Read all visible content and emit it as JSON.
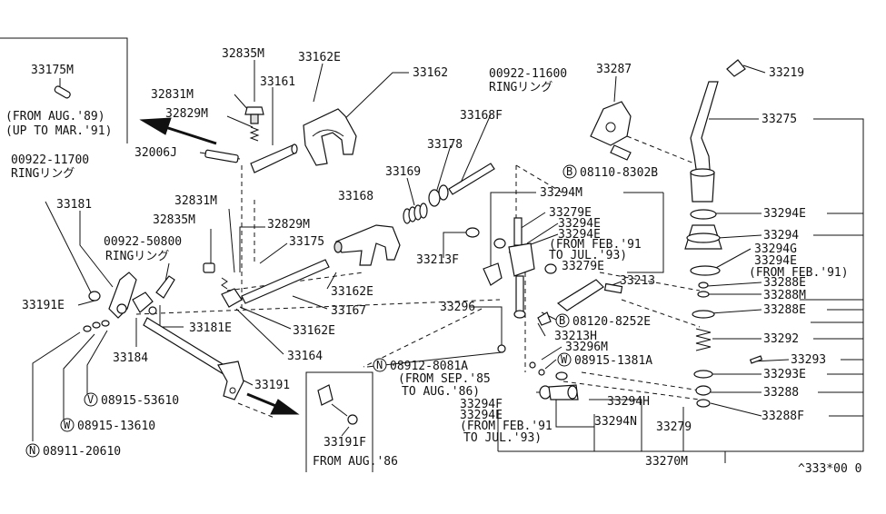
{
  "labels": {
    "p33175M": "33175M",
    "from_aug89": "(FROM AUG.'89)",
    "upto_mar91": "(UP TO MAR.'91)",
    "p32835M_top": "32835M",
    "p33162E_top": "33162E",
    "p33161": "33161",
    "p32831M_top": "32831M",
    "p32829M_top": "32829M",
    "p32006J": "32006J",
    "p33162": "33162",
    "p00922_11600": "00922-11600",
    "ring_top": "RINGリング",
    "p33168F": "33168F",
    "p33287": "33287",
    "p33219": "33219",
    "p33275": "33275",
    "p00922_11700": "00922-11700",
    "ring_left": "RINGリング",
    "p33178": "33178",
    "p33169": "33169",
    "b_08110": "08110-8302B",
    "p33181": "33181",
    "p32831M_mid": "32831M",
    "p33168": "33168",
    "p33294M": "33294M",
    "p33279E_a": "33279E",
    "p33294E_r1": "33294E",
    "p32835M_mid": "32835M",
    "p32829M_mid": "32829M",
    "p33294E_a": "33294E",
    "p33294E_b": "33294E",
    "p00922_50800": "00922-50800",
    "p33175": "33175",
    "from_feb91_a": "(FROM FEB.'91",
    "ring_mid": "RINGリング",
    "to_jul93_a": "TO JUL.'93)",
    "p33294": "33294",
    "p33213F": "33213F",
    "p33279E_b": "33279E",
    "p33294G": "33294G",
    "p33294E_r2": "33294E",
    "from_feb91_b": "(FROM FEB.'91)",
    "p33213": "33213",
    "p33288E_a": "33288E",
    "p33191E": "33191E",
    "p33162E_mid": "33162E",
    "p33288M": "33288M",
    "p33167": "33167",
    "p33288E_b": "33288E",
    "p33296": "33296",
    "b_08120": "08120-8252E",
    "p33181E": "33181E",
    "p33162E_low": "33162E",
    "p33213H": "33213H",
    "p33292": "33292",
    "p33296M": "33296M",
    "p33184": "33184",
    "p33164": "33164",
    "w_08915_1381A": "08915-1381A",
    "p33293": "33293",
    "n_08912": "08912-8081A",
    "p33293E": "33293E",
    "from_sep85": "(FROM SEP.'85",
    "p33191": "33191",
    "to_aug86": "TO AUG.'86)",
    "p33288": "33288",
    "p33294H": "33294H",
    "v_08915_53610": "08915-53610",
    "p33294F": "33294F",
    "p33294E_c": "33294E",
    "p33288F": "33288F",
    "from_feb91_c": "(FROM FEB.'91",
    "p33294N": "33294N",
    "p33279": "33279",
    "w_08915_13610": "08915-13610",
    "to_jul93_b": "TO JUL.'93)",
    "p33191F": "33191F",
    "n_08911": "08911-20610",
    "from_aug86": "FROM AUG.'86",
    "p33270M": "33270M",
    "ref_code": "^333*00 0"
  },
  "symbols": {
    "b1": "B",
    "b2": "B",
    "w1": "W",
    "n1": "N",
    "v1": "V",
    "w2": "W",
    "n2": "N"
  },
  "colors": {
    "line": "#111111",
    "background": "#ffffff",
    "arrow": "#111111"
  },
  "icons": [
    "arrow-left-icon",
    "arrow-right-icon"
  ]
}
